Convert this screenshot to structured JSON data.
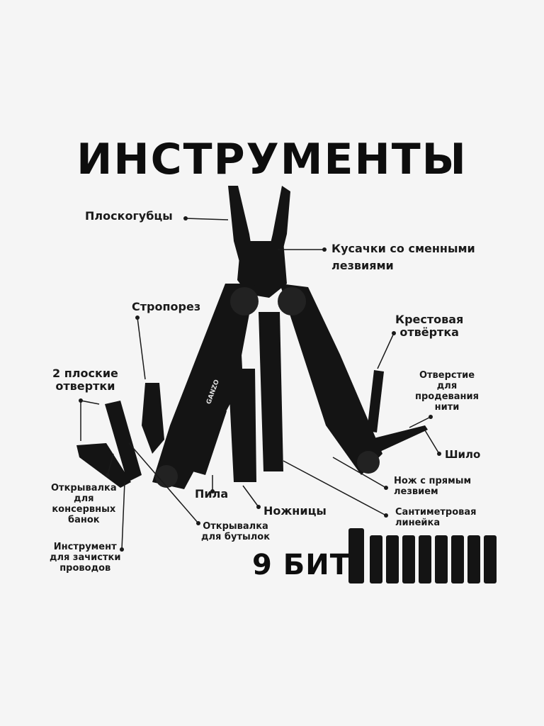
{
  "title": "ИНСТРУМЕНТЫ",
  "labels": {
    "pliers": "Плоскогубцы",
    "wire_cutters_1": "Кусачки со сменными",
    "wire_cutters_2": "лезвиями",
    "strap_cutter": "Стропорез",
    "phillips_1": "Крестовая",
    "phillips_2": "отвёртка",
    "flat_1": "2 плоские",
    "flat_2": "отвертки",
    "thread_hole_1": "Отверстие",
    "thread_hole_2": "для",
    "thread_hole_3": "продевания",
    "thread_hole_4": "нити",
    "awl": "Шило",
    "can_opener_1": "Открывалка",
    "can_opener_2": "для",
    "can_opener_3": "консервных",
    "can_opener_4": "банок",
    "saw": "Пила",
    "straight_knife_1": "Нож с прямым",
    "straight_knife_2": "лезвием",
    "scissors": "Ножницы",
    "ruler_1": "Сантиметровая",
    "ruler_2": "линейка",
    "bottle_opener_1": "Открывалка",
    "bottle_opener_2": "для бутылок",
    "wire_stripper_1": "Инструмент",
    "wire_stripper_2": "для зачистки",
    "wire_stripper_3": "проводов"
  },
  "bits_label": "9 БИТ",
  "brand": "GANZO",
  "colors": {
    "background": "#f5f5f5",
    "tool": "#141414",
    "text": "#1a1a1a"
  }
}
